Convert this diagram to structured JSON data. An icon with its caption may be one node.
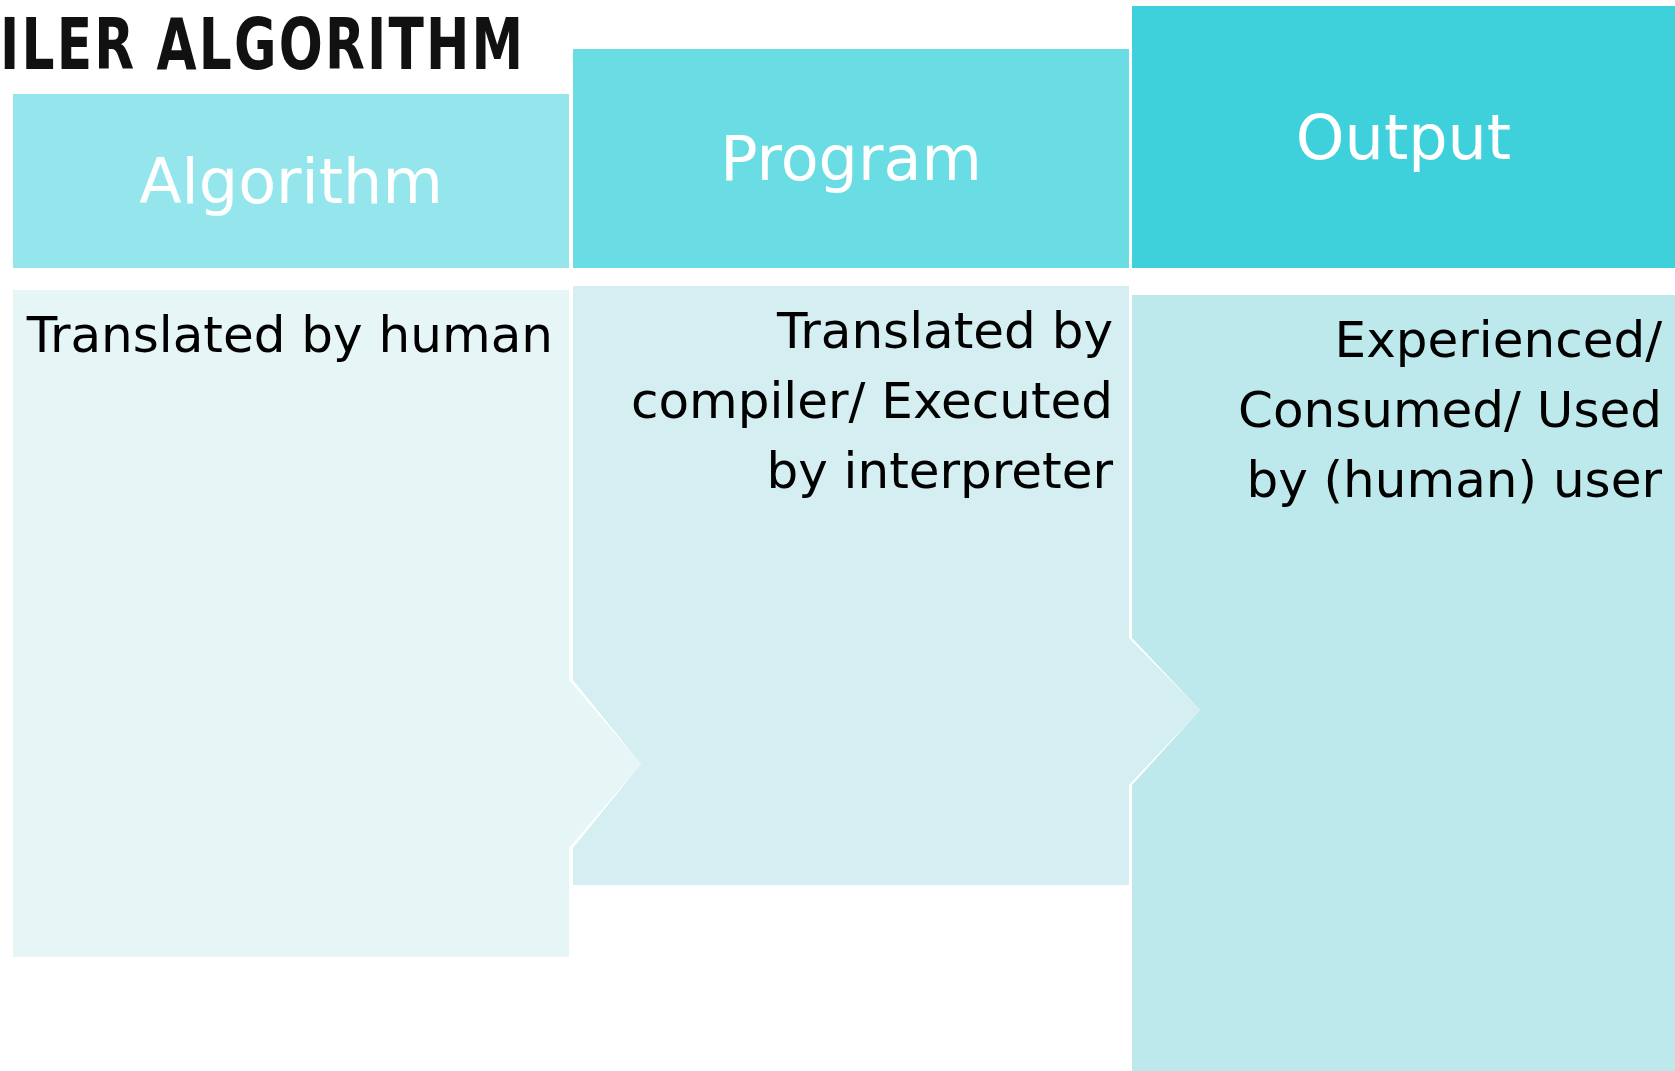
{
  "diagram": {
    "title": "ILER ALGORITHM",
    "nodes": [
      {
        "text": [
          "Algorithm"
        ]
      },
      {
        "text": [
          "Program"
        ]
      },
      {
        "text": [
          "Output"
        ]
      },
      {
        "text": [
          "Translated by human"
        ]
      },
      {
        "text": [
          "Translated by compiler/ Executed by interpreter"
        ]
      },
      {
        "text": [
          "Experienced/ Consumed/ Used by (human) user"
        ]
      }
    ]
  }
}
